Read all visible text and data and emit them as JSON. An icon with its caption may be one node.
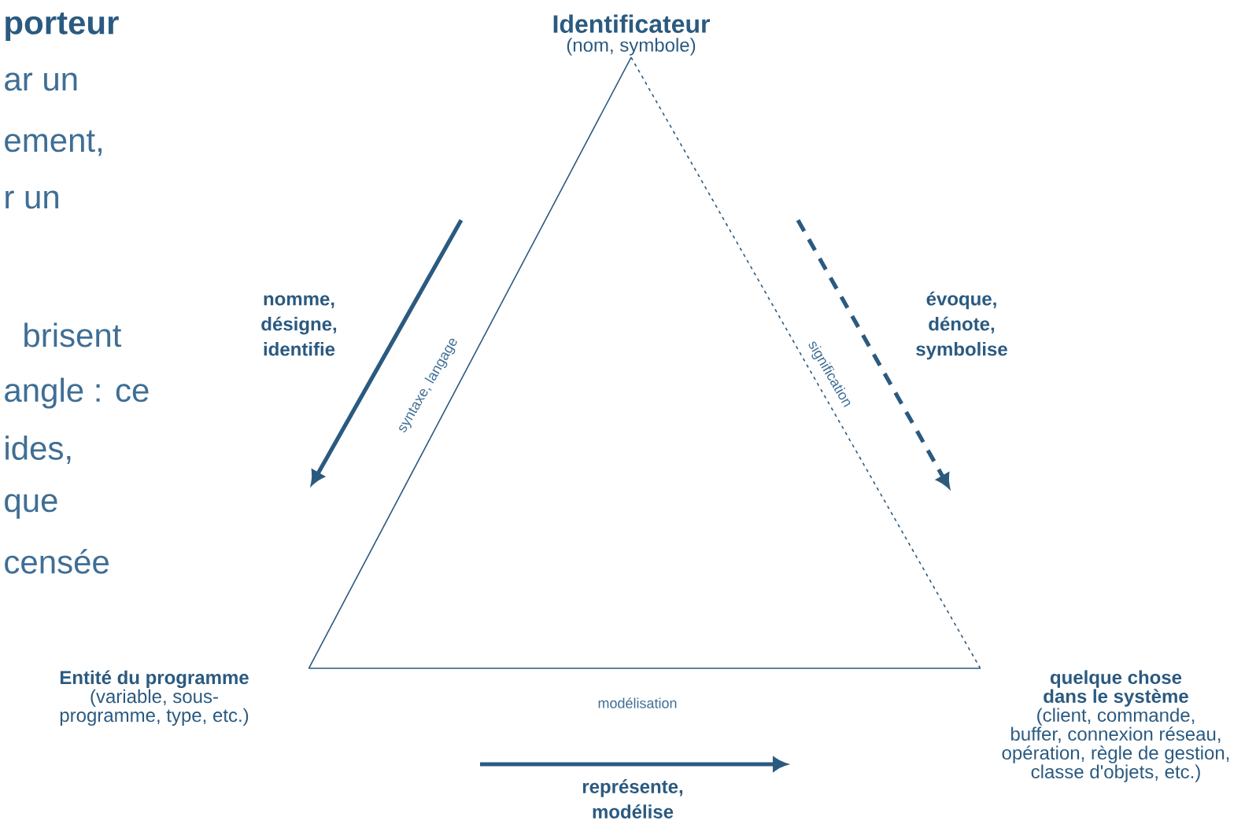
{
  "diagram": {
    "nodes": [
      {
        "text": [
          "Identificateur",
          "(nom, symbole)"
        ]
      },
      {
        "text": [
          "Entité du programme",
          "(variable, sous-programme, type, etc.)"
        ]
      },
      {
        "text": [
          "quelque chose dans le système",
          "(client, commande, buffer, connexion réseau, opération, règle de gestion, classe d'objets, etc.)"
        ]
      }
    ],
    "edges": [
      {
        "from": 0,
        "to": 1,
        "arrow": "none",
        "label": "syntaxe, langage"
      },
      {
        "from": 1,
        "to": 2,
        "arrow": "none",
        "label": "modélisation"
      },
      {
        "from": 0,
        "to": 2,
        "arrow": "none",
        "label": "signification",
        "style": "dashed"
      }
    ],
    "labels": [
      "porteur",
      "ar un",
      "ement,",
      "r un",
      "brisent",
      "angle : ce",
      "ides,",
      "que",
      "censée",
      "nomme, désigne, identifie",
      "évoque, dénote, symbolise",
      "représente, modélise"
    ]
  }
}
